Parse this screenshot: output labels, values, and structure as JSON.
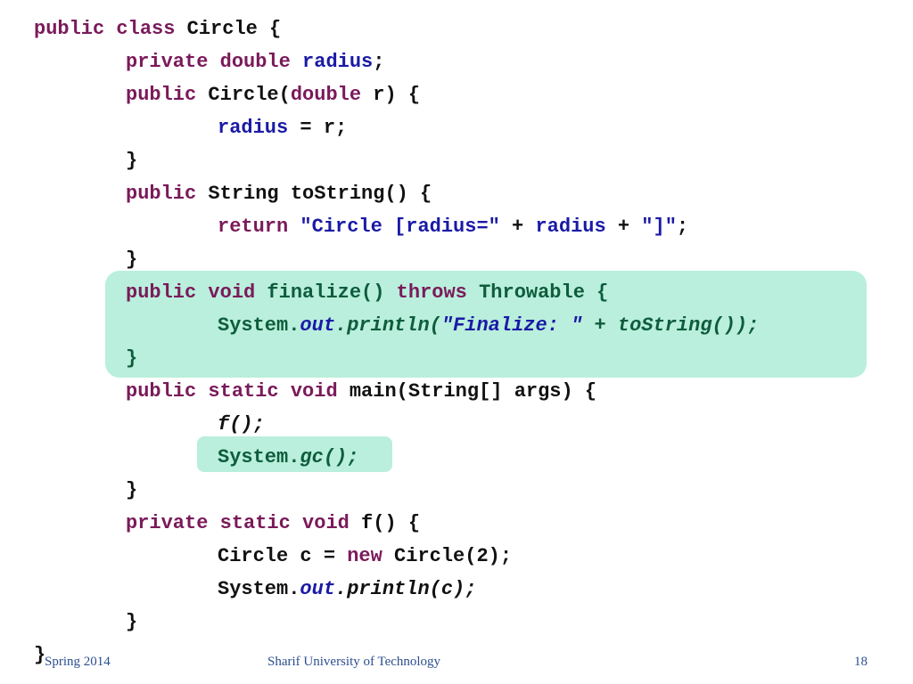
{
  "slide": {
    "code_lines": [
      [
        {
          "t": "public",
          "c": "kw"
        },
        {
          "t": " "
        },
        {
          "t": "class",
          "c": "kw"
        },
        {
          "t": " Circle {"
        }
      ],
      [
        {
          "t": "private",
          "c": "kw"
        },
        {
          "t": " "
        },
        {
          "t": "double",
          "c": "kw"
        },
        {
          "t": " "
        },
        {
          "t": "radius",
          "c": "fld"
        },
        {
          "t": ";"
        }
      ],
      [
        {
          "t": "public",
          "c": "kw"
        },
        {
          "t": " Circle("
        },
        {
          "t": "double",
          "c": "kw"
        },
        {
          "t": " r) {"
        }
      ],
      [
        {
          "t": "radius",
          "c": "fld"
        },
        {
          "t": " = r;"
        }
      ],
      [
        {
          "t": "}"
        }
      ],
      [
        {
          "t": "public",
          "c": "kw"
        },
        {
          "t": " String toString() {"
        }
      ],
      [
        {
          "t": "return",
          "c": "kw"
        },
        {
          "t": " "
        },
        {
          "t": "\"Circle [radius=\"",
          "c": "str"
        },
        {
          "t": " + "
        },
        {
          "t": "radius",
          "c": "fld"
        },
        {
          "t": " + "
        },
        {
          "t": "\"]\"",
          "c": "str"
        },
        {
          "t": ";"
        }
      ],
      [
        {
          "t": "}"
        }
      ],
      [
        {
          "t": "public",
          "c": "kw"
        },
        {
          "t": " "
        },
        {
          "t": "void",
          "c": "kw"
        },
        {
          "t": " finalize() ",
          "c": "teal"
        },
        {
          "t": "throws",
          "c": "kw"
        },
        {
          "t": " Throwable {",
          "c": "teal"
        }
      ],
      [
        {
          "t": "System.",
          "c": "teal"
        },
        {
          "t": "out",
          "c": "fld it"
        },
        {
          "t": ".println(",
          "c": "teal it"
        },
        {
          "t": "\"Finalize: \"",
          "c": "str it"
        },
        {
          "t": " + toString());",
          "c": "teal it"
        }
      ],
      [
        {
          "t": "}",
          "c": "teal"
        }
      ],
      [
        {
          "t": "public",
          "c": "kw"
        },
        {
          "t": " "
        },
        {
          "t": "static",
          "c": "kw"
        },
        {
          "t": " "
        },
        {
          "t": "void",
          "c": "kw"
        },
        {
          "t": " main(String[] args) {"
        }
      ],
      [
        {
          "t": "f();",
          "c": "it"
        }
      ],
      [
        {
          "t": "System.",
          "c": "teal"
        },
        {
          "t": "gc();",
          "c": "teal it"
        }
      ],
      [
        {
          "t": "}"
        }
      ],
      [
        {
          "t": "private",
          "c": "kw"
        },
        {
          "t": " "
        },
        {
          "t": "static",
          "c": "kw"
        },
        {
          "t": " "
        },
        {
          "t": "void",
          "c": "kw"
        },
        {
          "t": " f() {"
        }
      ],
      [
        {
          "t": "Circle c = "
        },
        {
          "t": "new",
          "c": "kw"
        },
        {
          "t": " Circle(2);"
        }
      ],
      [
        {
          "t": "System."
        },
        {
          "t": "out",
          "c": "fld it"
        },
        {
          "t": ".println(c);",
          "c": "it"
        }
      ],
      [
        {
          "t": "}"
        }
      ],
      [
        {
          "t": "}"
        }
      ]
    ],
    "indent_levels": [
      0,
      1,
      1,
      2,
      1,
      1,
      2,
      1,
      1,
      2,
      1,
      1,
      2,
      2,
      1,
      1,
      2,
      2,
      1,
      0
    ]
  },
  "footer": {
    "date": "Spring 2014",
    "organization": "Sharif University of Technology",
    "page_number": "18"
  }
}
